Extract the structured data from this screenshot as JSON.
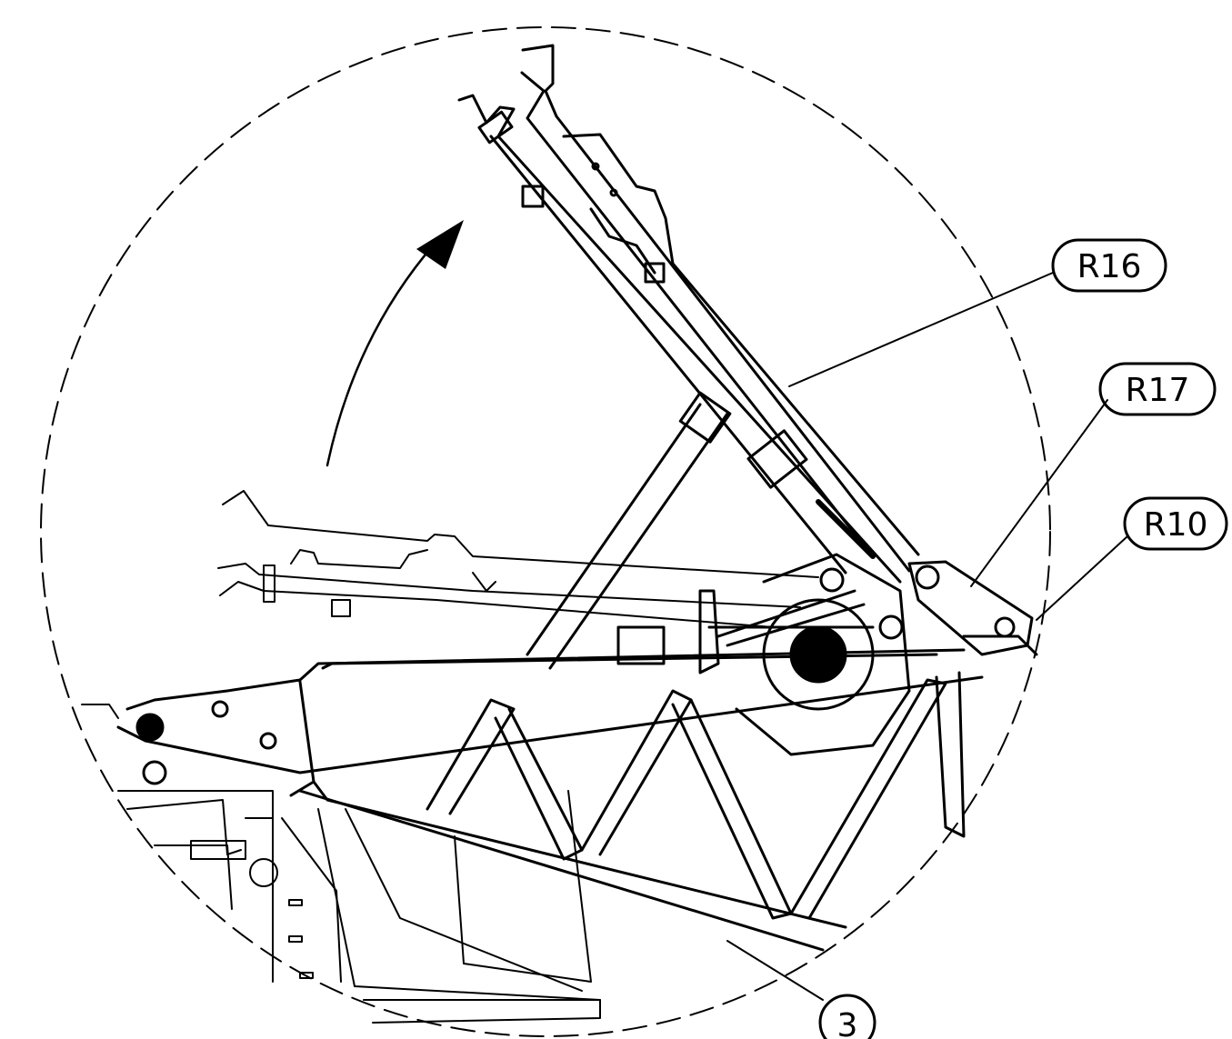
{
  "callouts": {
    "r16": "R16",
    "r17": "R17",
    "r10": "R10",
    "item3": "3"
  },
  "colors": {
    "ink": "#000000",
    "background": "#ffffff"
  }
}
